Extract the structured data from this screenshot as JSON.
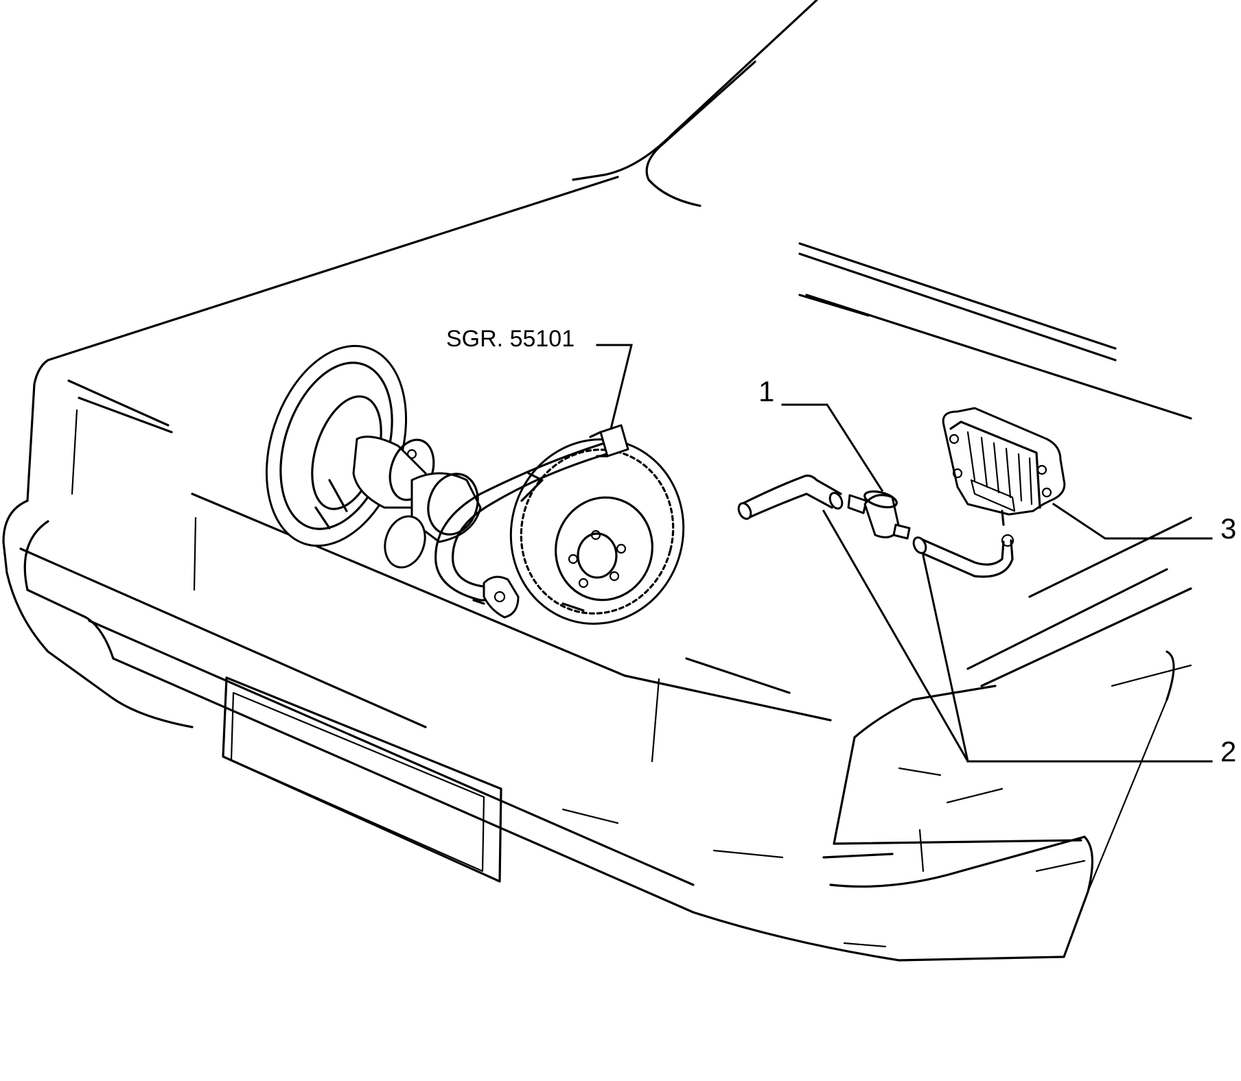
{
  "reference_label": "SGR. 55101",
  "callouts": [
    {
      "number": "1"
    },
    {
      "number": "2"
    },
    {
      "number": "3"
    }
  ],
  "icons": [
    "car-front-outline",
    "crankshaft-pulley",
    "flywheel",
    "rpm-sensor-cable",
    "fuel-filter",
    "hose",
    "ecu-module"
  ],
  "colors": {
    "line": "#000000",
    "background": "#ffffff"
  }
}
